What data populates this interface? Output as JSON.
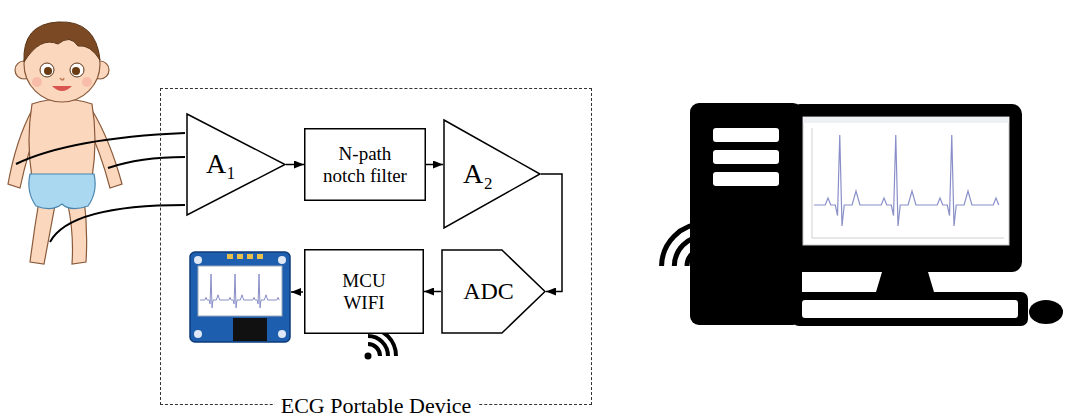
{
  "diagram": {
    "nodes": [
      {
        "text": [
          "ECG Portable Device"
        ]
      },
      {
        "text": [
          "A₁"
        ],
        "in": 0
      },
      {
        "text": [
          "N-path notch filter"
        ],
        "in": 0
      },
      {
        "text": [
          "A₂"
        ],
        "in": 0
      },
      {
        "text": [
          "ADC"
        ],
        "in": 0
      },
      {
        "text": [
          "MCU WIFI"
        ],
        "in": 0
      }
    ],
    "edges": [
      {
        "from": 1,
        "to": 2,
        "arrow": "to"
      },
      {
        "from": 2,
        "to": 3,
        "arrow": "to"
      },
      {
        "from": 3,
        "to": 4,
        "arrow": "to"
      },
      {
        "from": 4,
        "to": 5,
        "arrow": "to"
      }
    ]
  }
}
